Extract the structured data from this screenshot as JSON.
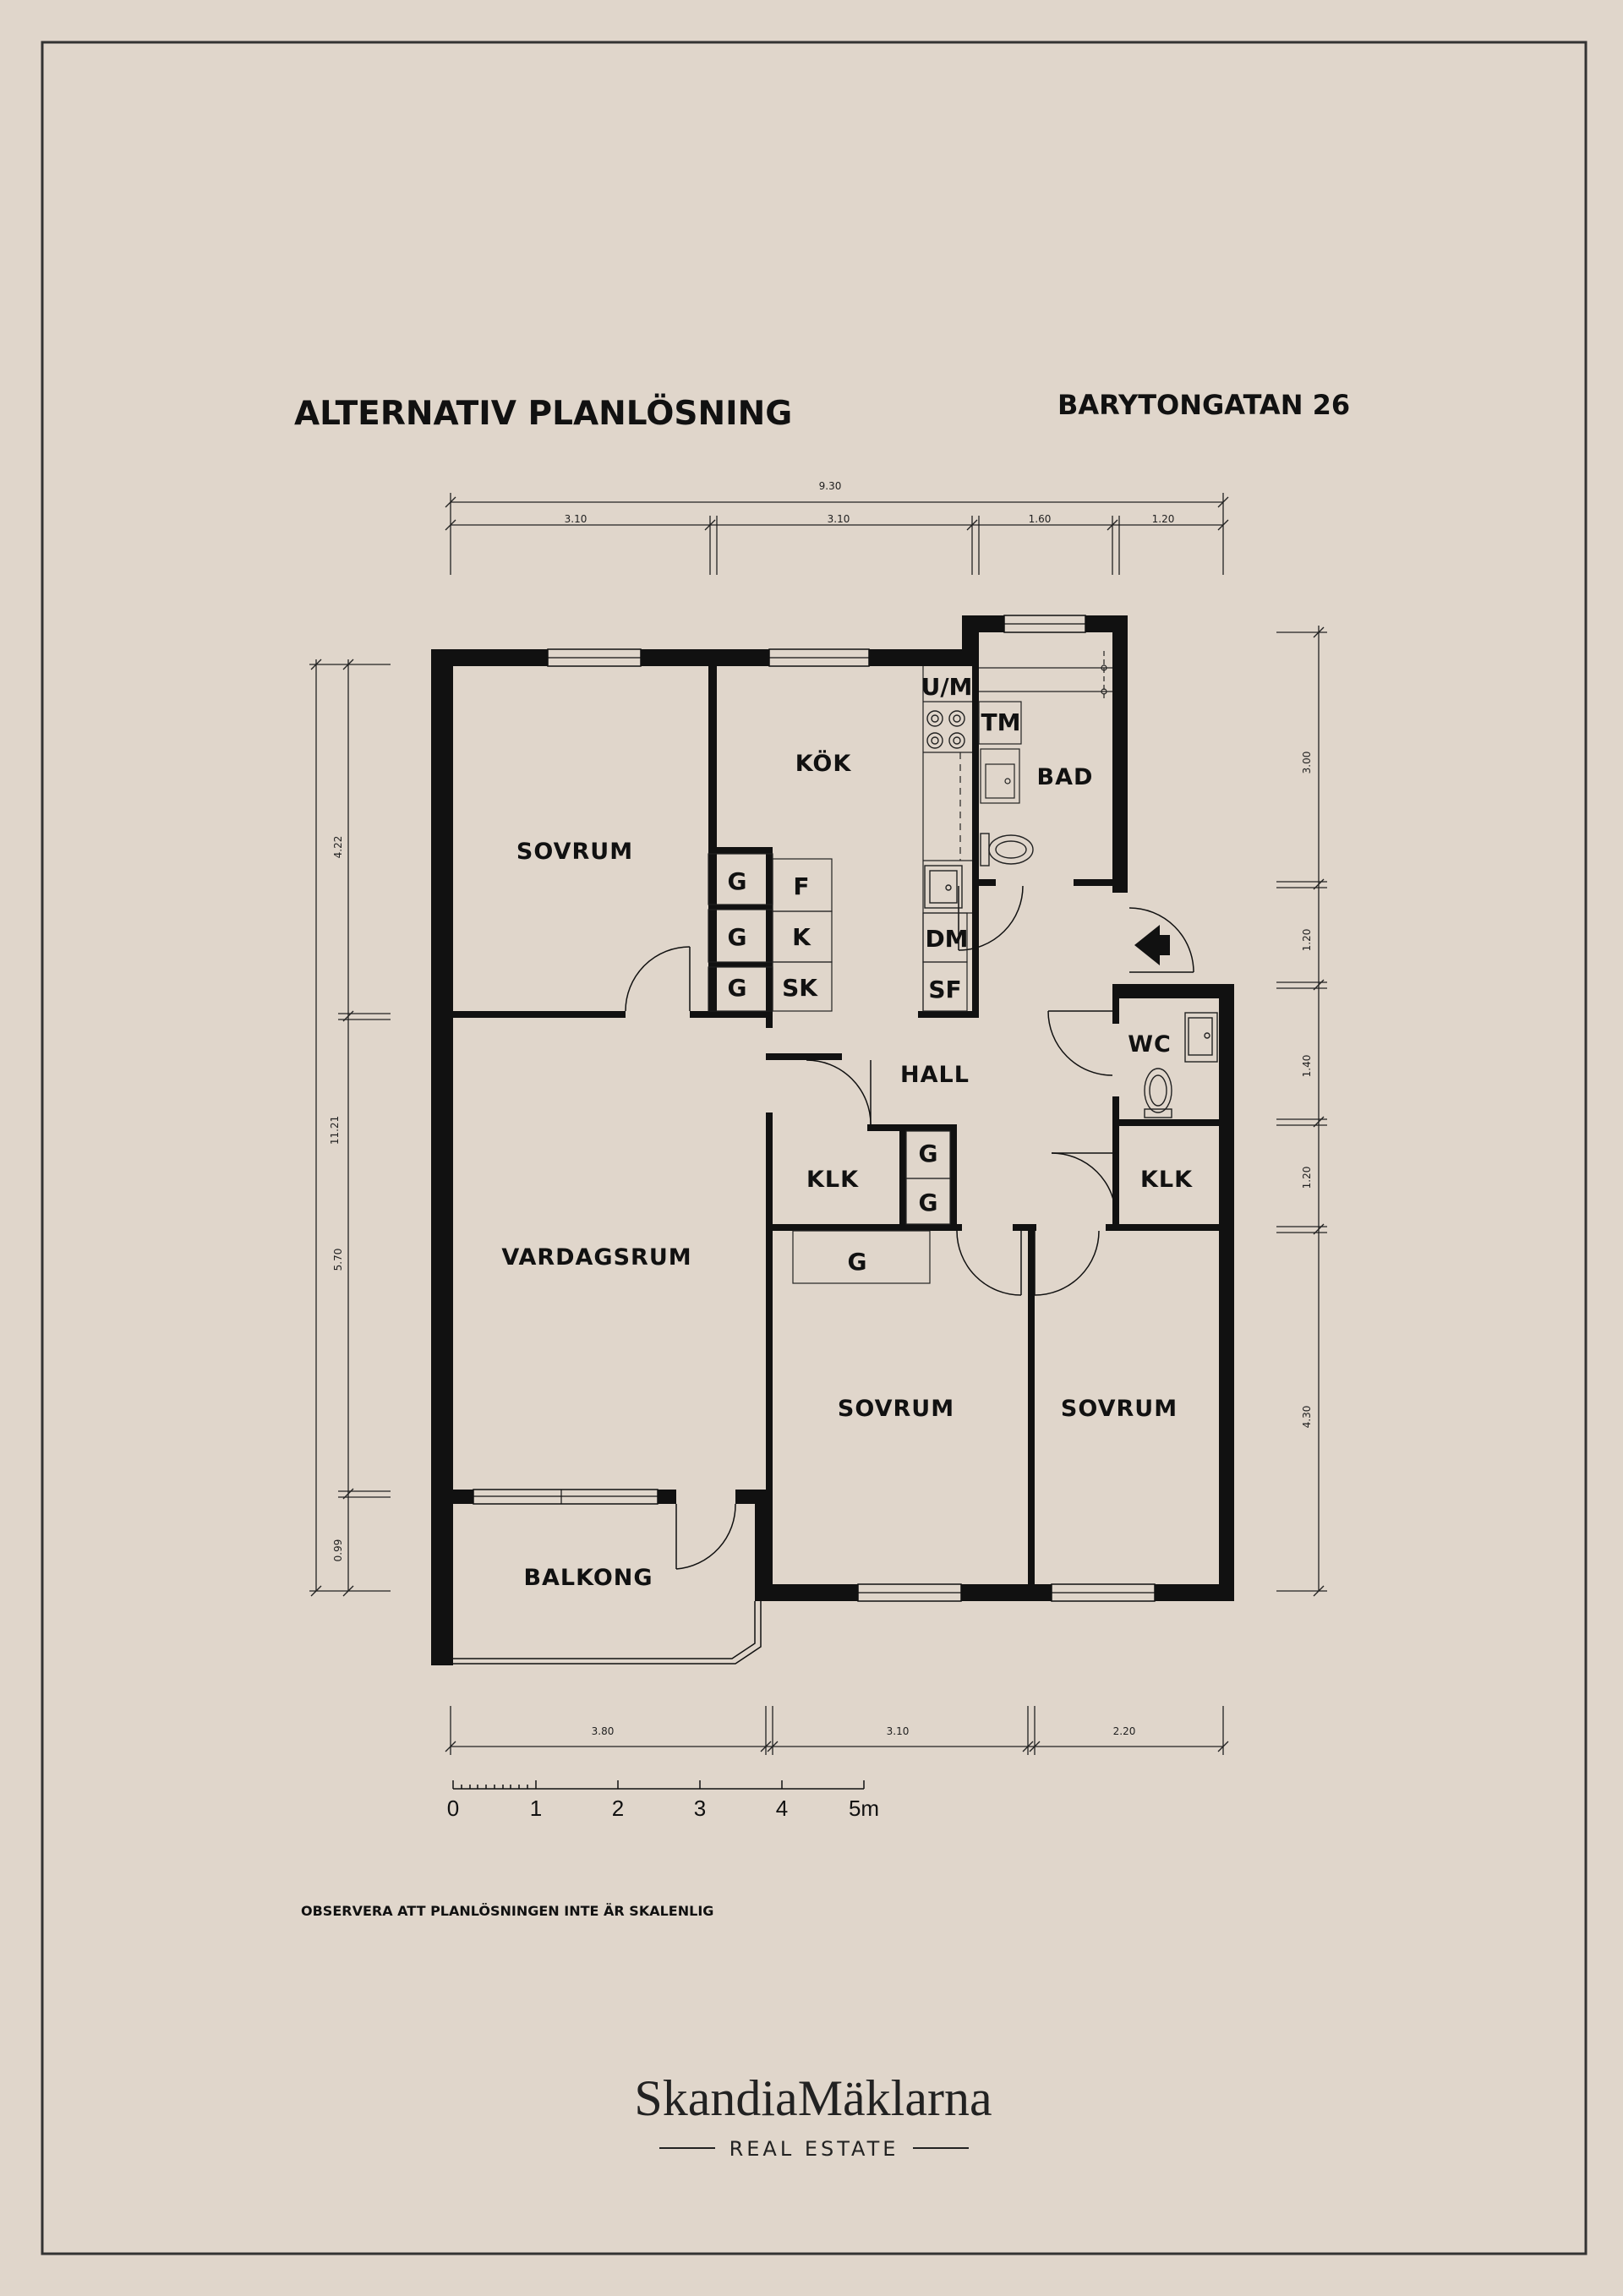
{
  "plan_title": "ALTERNATIV PLANLÖSNING",
  "address": "BARYTONGATAN 26",
  "note": "OBSERVERA ATT PLANLÖSNINGEN INTE ÄR SKALENLIG",
  "brand": {
    "name": "SkandiaMäklarna",
    "tagline": "REAL ESTATE"
  },
  "rooms": {
    "sovrum_1": "SOVRUM",
    "kok": "KÖK",
    "bad": "BAD",
    "vardagsrum": "VARDAGSRUM",
    "hall": "HALL",
    "wc": "WC",
    "klk_1": "KLK",
    "klk_2": "KLK",
    "sovrum_2": "SOVRUM",
    "sovrum_3": "SOVRUM",
    "balkong": "BALKONG"
  },
  "fixtures": {
    "g1": "G",
    "g2": "G",
    "g3": "G",
    "g4": "G",
    "g5": "G",
    "g6": "G",
    "f": "F",
    "k": "K",
    "sk": "SK",
    "um": "U/M",
    "tm": "TM",
    "dm": "DM",
    "sf": "SF"
  },
  "dimensions": {
    "top_total": "9.30",
    "top": [
      "3.10",
      "3.10",
      "1.60",
      "1.20"
    ],
    "left_total": "11.21",
    "left": [
      "4.22",
      "5.70",
      "0.99"
    ],
    "right": [
      "3.00",
      "1.20",
      "1.40",
      "1.20",
      "4.30"
    ],
    "bottom": [
      "3.80",
      "3.10",
      "2.20"
    ]
  },
  "scale": {
    "labels": [
      "0",
      "1",
      "2",
      "3",
      "4",
      "5m"
    ]
  },
  "colors": {
    "background": "#e0d6cb",
    "wall": "#111111",
    "line": "#222222"
  }
}
